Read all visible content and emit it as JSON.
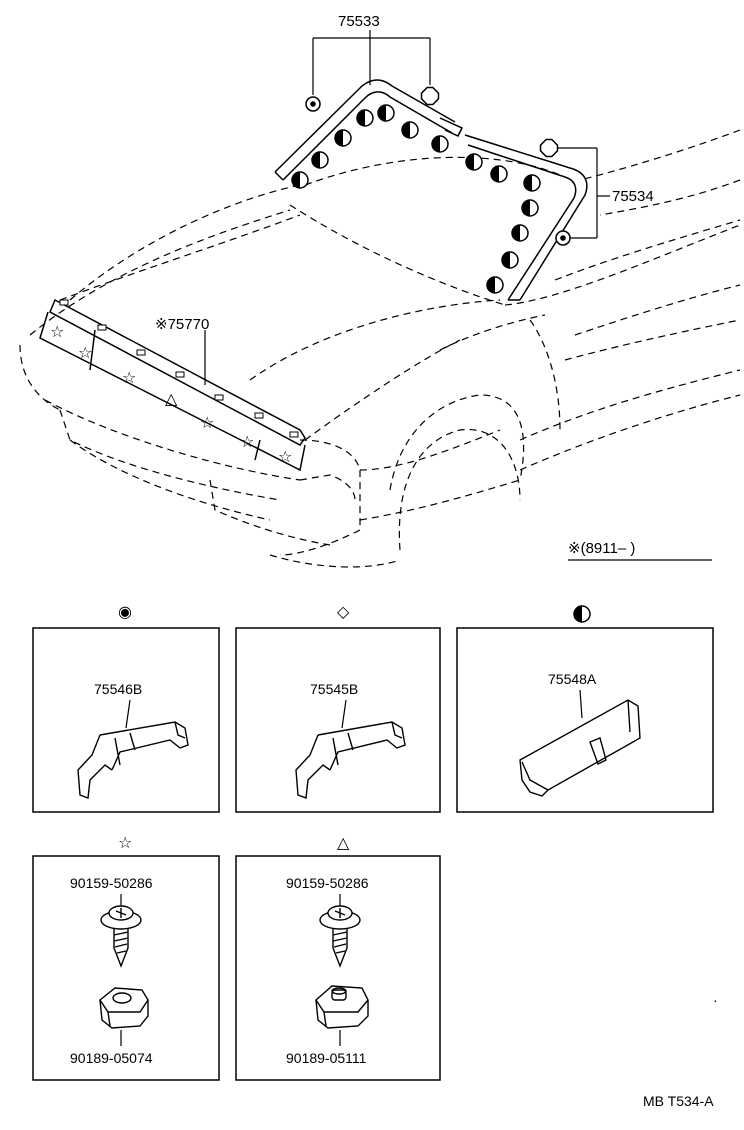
{
  "callouts": {
    "windshield_upper": "75533",
    "windshield_side": "75534",
    "hood_front": "※75770",
    "date_note": "※(8911–      )"
  },
  "clip_panels": [
    {
      "symbol": "◉",
      "part": "75546B"
    },
    {
      "symbol": "◇",
      "part": "75545B"
    },
    {
      "symbol": "◐",
      "part": "75548A"
    }
  ],
  "fastener_panels": [
    {
      "symbol": "☆",
      "screw": "90159-50286",
      "nut": "90189-05074"
    },
    {
      "symbol": "△",
      "screw": "90159-50286",
      "nut": "90189-05111"
    }
  ],
  "footer": {
    "diagram_id": "MB T534-A"
  },
  "marks": {
    "star": "☆",
    "triangle": "△"
  }
}
